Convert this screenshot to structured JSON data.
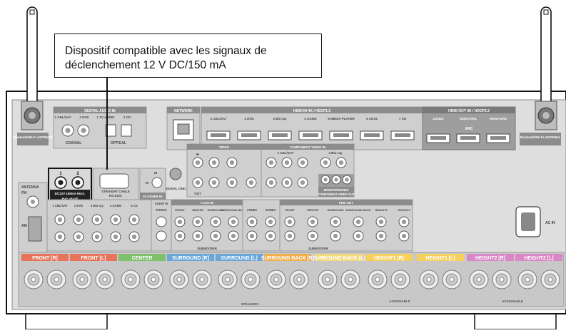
{
  "callout": {
    "text_line1": "Dispositif compatible avec les signaux de",
    "text_line2": "déclenchement 12 V DC/150 mA"
  },
  "panel_labels": {
    "network": "NETWORK",
    "hdmi_in": "HDMI IN  4K / HDCP2.2",
    "hdmi_inputs": [
      "1 CBL/SAT",
      "2 DVD",
      "3 Blu-ray",
      "4 GAME",
      "5 MEDIA PLAYER",
      "6 AUX2",
      "7 CD"
    ],
    "hdmi_out": "HDMI OUT  4K / HDCP2.2",
    "hdmi_outputs": [
      "ZONE2",
      "MONITOR1",
      "MONITOR2"
    ],
    "arc": "ARC",
    "digital_audio_in": "DIGITAL AUDIO IN",
    "digital_inputs": [
      "1 CBL/SAT",
      "2 DVD",
      "1 TV AUDIO",
      "2 CD"
    ],
    "coaxial": "COAXIAL",
    "optical": "OPTICAL",
    "bluetooth_left": "Bluetooth/Wi-Fi ANTENNA",
    "bluetooth_right": "Bluetooth/Wi-Fi ANTENNA",
    "dc_out_numbers": [
      "1",
      "2"
    ],
    "dc_out_sub": "DC12V 150mA MAX.",
    "dc_out": "DC OUT",
    "straight_cable": "STRAIGHT CABLE",
    "rs232c": "RS-232C",
    "ir_in": "IR IN",
    "flasher_in": "FLASHER IN",
    "ir": "IR",
    "signal_gnd": "SIGNAL GND",
    "video": "VIDEO",
    "in": "IN",
    "out": "OUT",
    "component_video_in": "COMPONENT VIDEO IN",
    "component_1": "1 CBL/SAT",
    "component_2": "2 Blu-ray",
    "monitor_zone2": "MONITOR/ZONE2",
    "component_video_out": "COMPONENT VIDEO OUT",
    "audio_in": "AUDIO IN",
    "phono": "PHONO",
    "ch71_in": "7.1CH IN",
    "ch71_labels": [
      "FRONT",
      "CENTER",
      "SURROUND",
      "SURROUND BACK"
    ],
    "subwoofer": "SUBWOOFER",
    "zone2": "ZONE2",
    "zone3": "ZONE3",
    "pre_out": "PRE OUT",
    "pre_out_labels": [
      "FRONT",
      "CENTER",
      "SURROUND",
      "SURROUND BACK",
      "HEIGHT1",
      "HEIGHT2"
    ],
    "antenna": "ANTENNA",
    "fm": "FM",
    "am": "AM",
    "audio_inputs": [
      "1 CBL/SAT",
      "2 DVD",
      "3 Blu-ray",
      "4 GAME",
      "5 CD"
    ],
    "ac_in": "AC IN",
    "speakers": "SPEAKERS",
    "assignable": "ASSIGNABLE",
    "speaker_labels": [
      "FRONT",
      "FRONT",
      "CENTER",
      "SURROUND",
      "SURROUND",
      "SURROUND BACK",
      "SURROUND BACK",
      "HEIGHT1",
      "HEIGHT1",
      "HEIGHT2",
      "HEIGHT2"
    ],
    "speaker_sides": [
      "R",
      "L",
      "",
      "R",
      "L",
      "R",
      "L",
      "R",
      "L",
      "R",
      "L"
    ]
  },
  "colors": {
    "front": "#e8735a",
    "center": "#7fc06a",
    "surround": "#6aa6d8",
    "surround_back": "#f0ae4c",
    "surround_back_l": "#f2d97b",
    "height1": "#f5d15c",
    "height2": "#d987c6",
    "panel": "#d9d9d9",
    "panel_dark": "#9e9e9e",
    "band": "#8c8c8c"
  }
}
